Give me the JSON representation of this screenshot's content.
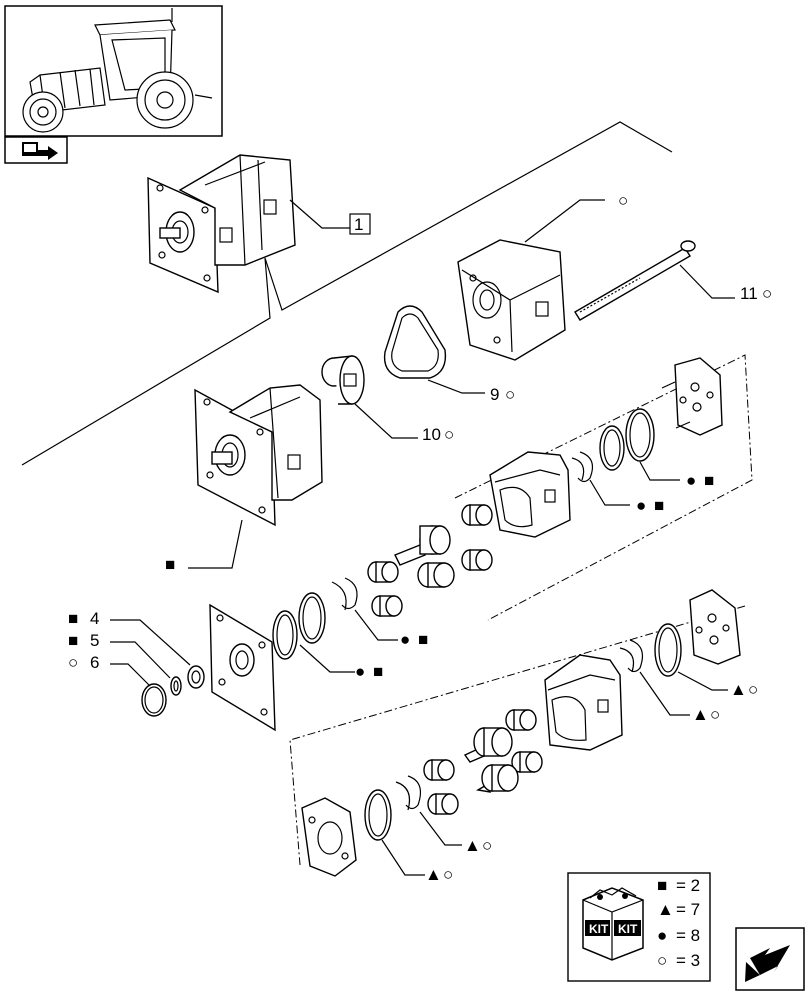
{
  "legend_symbols": {
    "square": "■",
    "triangle": "▲",
    "circle_filled": "●",
    "circle_open": "○"
  },
  "callouts": {
    "item_1": "1",
    "item_9": "9",
    "item_10": "10",
    "item_11": "11",
    "item_4": "4",
    "item_5": "5",
    "item_6": "6"
  },
  "kit_legend": {
    "badge_text_left": "KIT",
    "badge_text_right": "KIT",
    "rows": [
      {
        "symbol": "■",
        "eq": "= 2"
      },
      {
        "symbol": "▲",
        "eq": "= 7"
      },
      {
        "symbol": "●",
        "eq": "= 8"
      },
      {
        "symbol": "○",
        "eq": "= 3"
      }
    ]
  },
  "icons": {
    "tractor": "tractor-thumbnail",
    "book_arrow": "catalog-arrow-icon",
    "nav_arrow": "next-page-arrow-icon"
  }
}
